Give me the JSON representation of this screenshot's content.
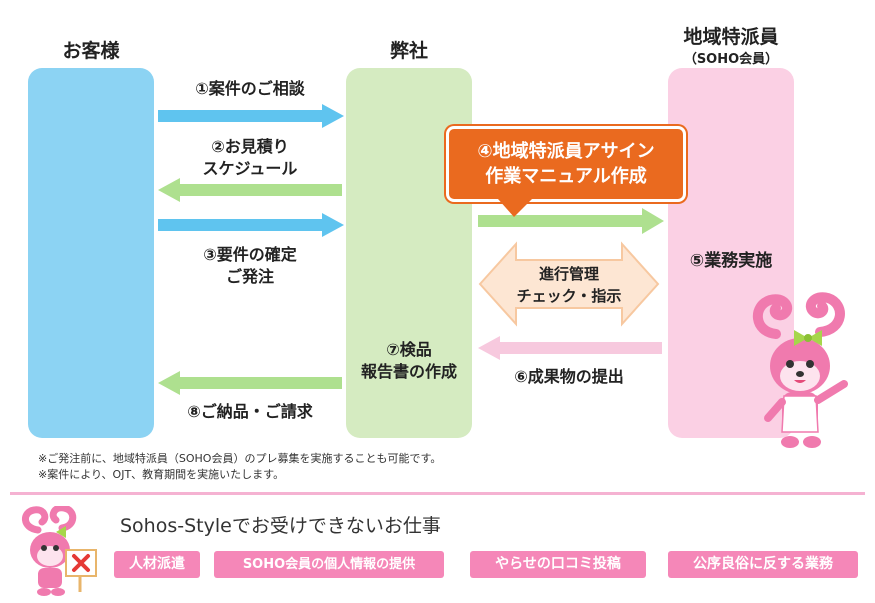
{
  "columns": {
    "customer": {
      "title": "お客様",
      "color": "#8cd3f3"
    },
    "company": {
      "title": "弊社",
      "color": "#d5ebc1"
    },
    "member": {
      "title": "地域特派員",
      "subtitle": "（SOHO会員）",
      "color": "#fbd0e4"
    }
  },
  "steps": {
    "s1": "①案件のご相談",
    "s2": [
      "②お見積り",
      "スケジュール"
    ],
    "s3": [
      "③要件の確定",
      "ご発注"
    ],
    "s4": [
      "④地域特派員アサイン",
      "作業マニュアル作成"
    ],
    "s5": "⑤業務実施",
    "s6": "⑥成果物の提出",
    "s7": [
      "⑦検品",
      "報告書の作成"
    ],
    "s8": "⑧ご納品・ご請求"
  },
  "progress": [
    "進行管理",
    "チェック・指示"
  ],
  "notes": [
    "※ご発注前に、地域特派員（SOHO会員）のプレ募集を実施することも可能です。",
    "※案件により、OJT、教育期間を実施いたします。"
  ],
  "not_available": {
    "title": "Sohos-Styleでお受けできないお仕事",
    "items": [
      "人材派遣",
      "SOHO会員の個人情報の提供",
      "やらせの口コミ投稿",
      "公序良俗に反する業務"
    ]
  },
  "colors": {
    "arrow_blue": "#5fc4ef",
    "arrow_green": "#aee08f",
    "arrow_pink": "#f7c9de",
    "callout_orange": "#ea6a1f",
    "tag_pink": "#f587b8",
    "mascot_pink": "#f07aae"
  }
}
